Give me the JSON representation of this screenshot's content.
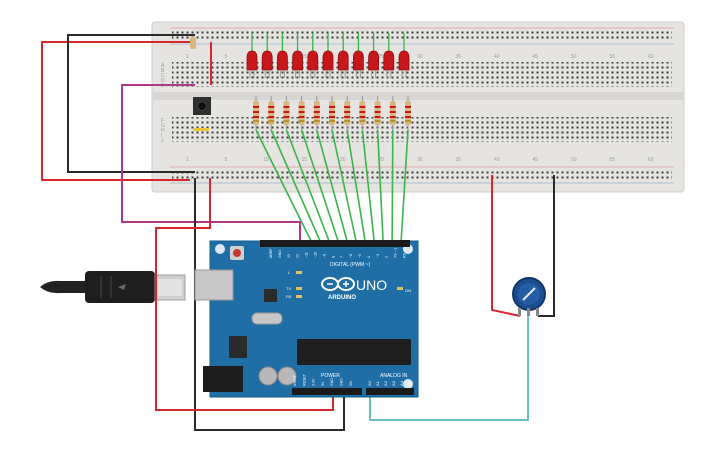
{
  "breadboard": {
    "column_numbers": [
      "1",
      "5",
      "10",
      "15",
      "20",
      "25",
      "30",
      "35",
      "40",
      "45",
      "50",
      "55",
      "60"
    ],
    "row_letters_left": [
      "A",
      "B",
      "C",
      "D",
      "E",
      "F",
      "G",
      "H",
      "I",
      "J"
    ],
    "body_color": "#e6e4e1",
    "led_count": 11,
    "led_color": "#c8171b",
    "resistor_count": 11
  },
  "arduino": {
    "brand": "ARDUINO",
    "model": "UNO",
    "board_color": "#1f6fa6",
    "digital_header": "DIGITAL (PWM ~)",
    "power_header": "POWER",
    "analog_header": "ANALOG IN",
    "on_label": "ON",
    "pin_labels_digital": [
      "AREF",
      "GND",
      "13",
      "12",
      "~11",
      "~10",
      "~9",
      "8",
      "7",
      "~6",
      "~5",
      "4",
      "~3",
      "2",
      "TX→1",
      "RX←0"
    ],
    "pin_labels_power": [
      "IOREF",
      "RESET",
      "3.3V",
      "5V",
      "GND",
      "GND",
      "Vin"
    ],
    "pin_labels_analog": [
      "A0",
      "A1",
      "A2",
      "A3",
      "A4",
      "A5"
    ],
    "led_labels": [
      "L",
      "TX",
      "RX"
    ]
  },
  "wire_colors": {
    "red": "#d8262c",
    "black": "#2b2b2b",
    "green": "#39b54a",
    "magenta": "#b0378a",
    "cyan": "#67c2c6"
  },
  "potentiometer": {
    "knob_color": "#1c4d8c"
  },
  "usb_cable": {
    "color": "#222222"
  }
}
